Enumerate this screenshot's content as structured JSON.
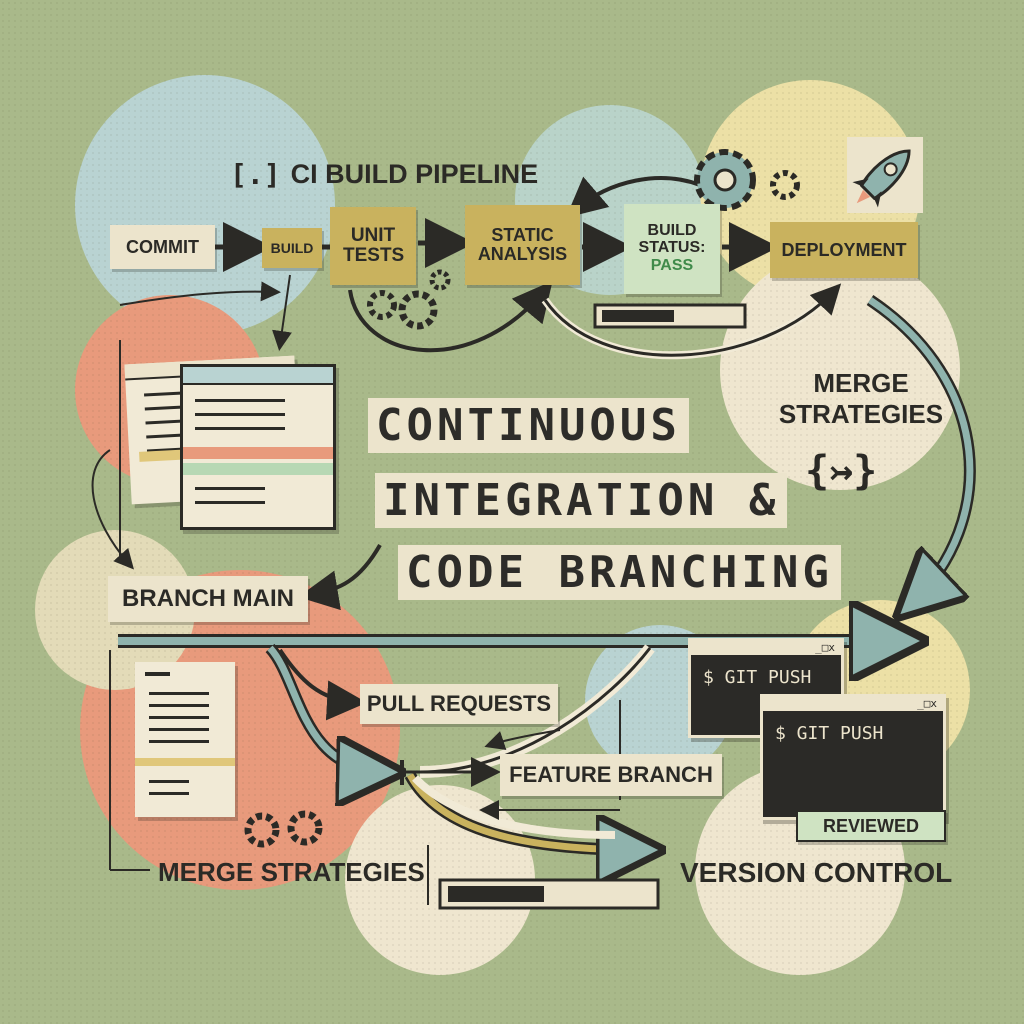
{
  "header": {
    "pipeline_title": "CI BUILD PIPELINE",
    "pipeline_icon": "code-bracket-icon"
  },
  "pipeline": {
    "commit": "COMMIT",
    "build": "BUILD",
    "unit_tests": "UNIT TESTS",
    "static_analysis": "STATIC ANALYSIS",
    "build_status_label": "BUILD STATUS:",
    "build_status_value": "PASS",
    "deployment": "DEPLOYMENT"
  },
  "title": {
    "line1": "CONTINUOUS",
    "line2": "INTEGRATION &",
    "line3": "CODE BRANCHING"
  },
  "labels": {
    "merge_strategies_right": "MERGE STRATEGIES",
    "merge_symbol": "{↣}",
    "branch_main": "BRANCH MAIN",
    "pull_requests": "PULL REQUESTS",
    "feature_branch": "FEATURE BRANCH",
    "merge_strategies_bottom": "MERGE STRATEGIES",
    "version_control": "VERSION CONTROL",
    "reviewed": "REVIEWED"
  },
  "terminals": [
    {
      "controls": "_□x",
      "command": "$ GIT PUSH"
    },
    {
      "controls": "_□x",
      "command": "$ GIT PUSH"
    }
  ],
  "colors": {
    "background": "#a9b98a",
    "tan": "#c9b25e",
    "cream": "#ece4cc",
    "teal": "#8fb3ad",
    "coral": "#e89a7c",
    "pass_green": "#3f8a4a"
  }
}
